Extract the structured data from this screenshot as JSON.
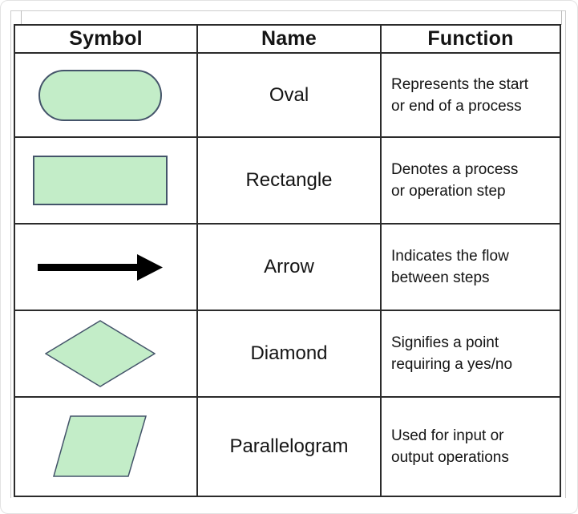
{
  "colors": {
    "shape_fill": "#c3edc8",
    "shape_stroke": "#44546a",
    "arrow_color": "#000000",
    "table_border": "#2b2b2b",
    "outer_frame": "#cccccc",
    "card_edge": "#e2e2e2",
    "text": "#141414"
  },
  "table": {
    "headers": [
      "Symbol",
      "Name",
      "Function"
    ],
    "rows": [
      {
        "symbol": "oval",
        "name": "Oval",
        "function": [
          "Represents the start",
          "or end of a process"
        ]
      },
      {
        "symbol": "rectangle",
        "name": "Rectangle",
        "function": [
          "Denotes a process",
          "or operation step"
        ]
      },
      {
        "symbol": "arrow",
        "name": "Arrow",
        "function": [
          "Indicates the flow",
          "between steps"
        ]
      },
      {
        "symbol": "diamond",
        "name": "Diamond",
        "function": [
          "Signifies a point",
          "requiring a yes/no"
        ]
      },
      {
        "symbol": "parallelogram",
        "name": "Parallelogram",
        "function": [
          "Used for input or",
          "output operations"
        ]
      }
    ]
  }
}
